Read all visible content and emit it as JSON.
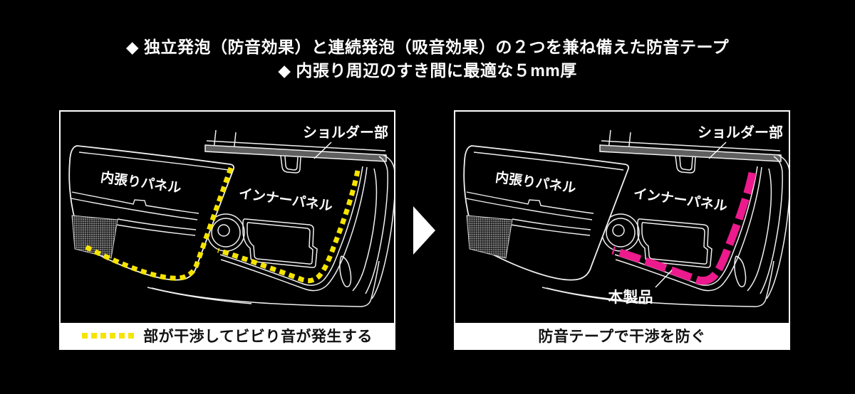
{
  "header": {
    "line1": "◆ 独立発泡（防音効果）と連続発泡（吸音効果）の２つを兼ね備えた防音テープ",
    "line2": "◆ 内張り周辺のすき間に最適な５mm厚"
  },
  "colors": {
    "background": "#000000",
    "line_art": "#f0f0f0",
    "highlight_yellow": "#f6e400",
    "highlight_pink": "#ec1a8d",
    "shoulder_gray": "#5f5f5f",
    "caption_bg": "#ffffff",
    "caption_text": "#111111",
    "arrow": "#ffffff"
  },
  "panels": {
    "before": {
      "labels": {
        "shoulder": "ショルダー部",
        "trim": "内張りパネル",
        "inner": "インナーパネル"
      },
      "legend_swatch": "yellow-dashed-line",
      "caption": "部が干渉してビビり音が発生する"
    },
    "after": {
      "labels": {
        "shoulder": "ショルダー部",
        "trim": "内張りパネル",
        "inner": "インナーパネル",
        "product": "本製品"
      },
      "caption": "防音テープで干渉を防ぐ"
    }
  },
  "arrow": {
    "type": "right-triangle"
  }
}
